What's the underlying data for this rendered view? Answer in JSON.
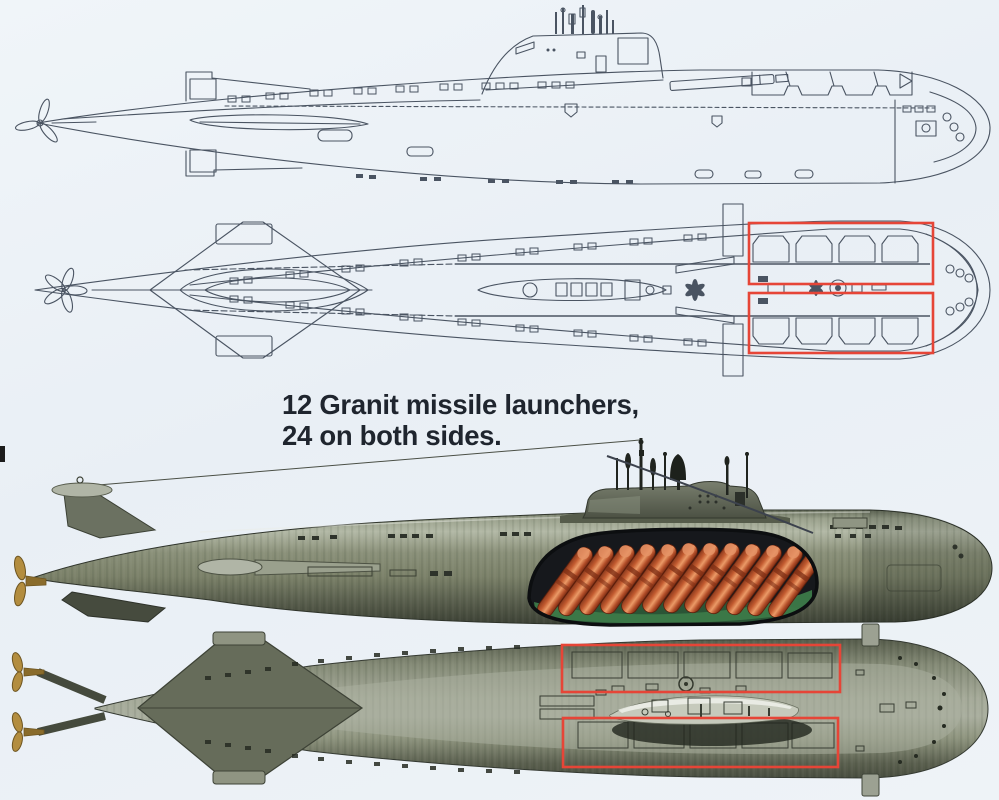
{
  "annotation": {
    "line1": "12 Granit missile launchers,",
    "line2": "24 on both sides."
  },
  "figure": {
    "missile_count_shown": 12,
    "highlighted_regions": "missile bay hatch rows on plan views"
  },
  "colors": {
    "background": "#edf2f6",
    "drawing_stroke": "#4a5462",
    "highlight_red": "#e64537",
    "annotation_text": "#1f252e",
    "leader_line": "#3c424d",
    "hull_light": "#b2b8a5",
    "hull_mid": "#7b8169",
    "hull_dark": "#3a3f33",
    "deck_light": "#a9ae9e",
    "sail_dark": "#474c3f",
    "missile_orange": "#c35b30",
    "missile_highlight": "#eb9a67",
    "missile_shadow": "#7c2d14",
    "bay_interior": "#16181c",
    "bay_green": "#3c7a49",
    "propeller_gold": "#b38d3f",
    "propeller_gold_dark": "#6e5520"
  }
}
